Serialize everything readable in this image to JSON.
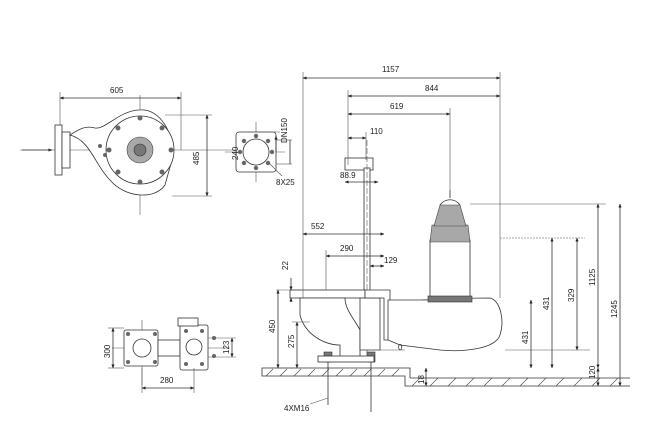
{
  "dimensions": {
    "top_view": {
      "width": "605",
      "height": "485"
    },
    "flange_view": {
      "dn": "DN150",
      "d240": "240",
      "bolts": "8X25"
    },
    "side_view": {
      "d1157": "1157",
      "d844": "844",
      "d619": "619",
      "d110": "110",
      "d88_9": "88.9",
      "d552": "552",
      "d290": "290",
      "d129": "129",
      "d22": "22",
      "d450": "450",
      "d275": "275",
      "d0": "0",
      "d431a": "431",
      "d431b": "431",
      "d329": "329",
      "d1125": "1125",
      "d1245": "1245",
      "d120": "120",
      "d18": "18",
      "anchors": "4XM16"
    },
    "base_view": {
      "d300": "300",
      "d123": "123",
      "d280": "280"
    }
  }
}
